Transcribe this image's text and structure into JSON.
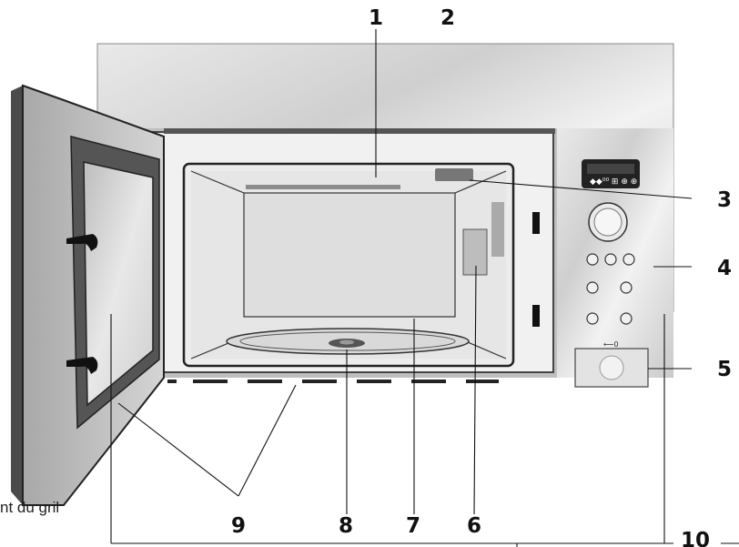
{
  "diagram": {
    "callouts": [
      "1",
      "2",
      "3",
      "4",
      "5",
      "6",
      "7",
      "8",
      "9",
      "10"
    ],
    "left_caption": "nt du gril",
    "display_icons": "◆◆⁰⁰ ⊞ ⊕ ⊕",
    "display_arrow": "⟵0"
  },
  "colors": {
    "frame": "#d8d8d8",
    "cavity": "#e4e4e4",
    "outline": "#222222",
    "door_dark": "#6b6b6b",
    "display_bg": "#222222"
  }
}
